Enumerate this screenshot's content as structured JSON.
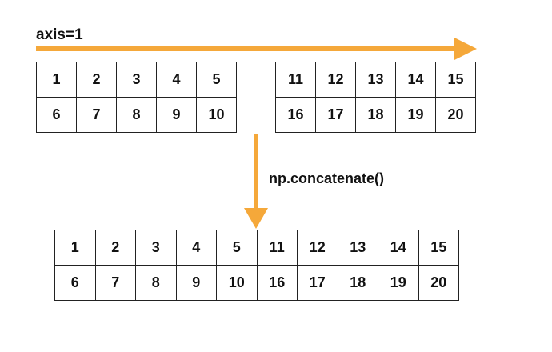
{
  "labels": {
    "axis": "axis=1",
    "operation": "np.concatenate()"
  },
  "colors": {
    "arrow": "#f5a83a",
    "border": "#222222",
    "text": "#111111"
  },
  "array_a": [
    [
      "1",
      "2",
      "3",
      "4",
      "5"
    ],
    [
      "6",
      "7",
      "8",
      "9",
      "10"
    ]
  ],
  "array_b": [
    [
      "11",
      "12",
      "13",
      "14",
      "15"
    ],
    [
      "16",
      "17",
      "18",
      "19",
      "20"
    ]
  ],
  "array_result": [
    [
      "1",
      "2",
      "3",
      "4",
      "5",
      "11",
      "12",
      "13",
      "14",
      "15"
    ],
    [
      "6",
      "7",
      "8",
      "9",
      "10",
      "16",
      "17",
      "18",
      "19",
      "20"
    ]
  ]
}
